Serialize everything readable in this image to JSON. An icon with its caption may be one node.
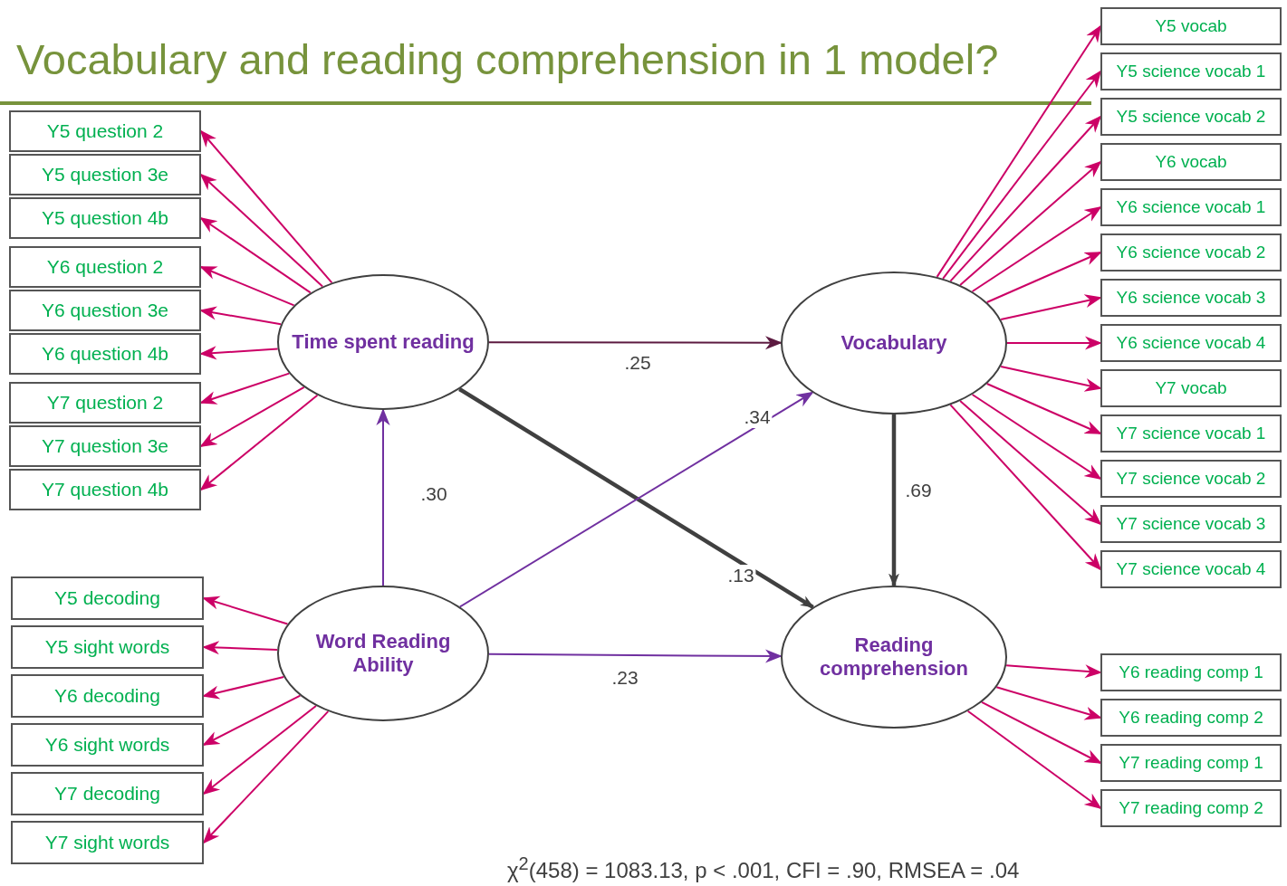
{
  "diagram": {
    "title": "Vocabulary and reading comprehension in 1 model?",
    "caption": "χ$^{2}$(458) = 1083.13, p < .001, CFI = .90, RMSEA = .04",
    "nodes": [
      {
        "text": [
          "Time spent reading"
        ]
      },
      {
        "text": [
          "Vocabulary"
        ]
      },
      {
        "text": [
          "Word Reading Ability"
        ]
      },
      {
        "text": [
          "Reading comprehension"
        ]
      },
      {
        "text": [
          "Y5 question 2"
        ]
      },
      {
        "text": [
          "Y5 question 3e"
        ]
      },
      {
        "text": [
          "Y5 question 4b"
        ]
      },
      {
        "text": [
          "Y6 question 2"
        ]
      },
      {
        "text": [
          "Y6 question 3e"
        ]
      },
      {
        "text": [
          "Y6 question 4b"
        ]
      },
      {
        "text": [
          "Y7 question 2"
        ]
      },
      {
        "text": [
          "Y7 question 3e"
        ]
      },
      {
        "text": [
          "Y7 question 4b"
        ]
      },
      {
        "text": [
          "Y5 decoding"
        ]
      },
      {
        "text": [
          "Y5 sight words"
        ]
      },
      {
        "text": [
          "Y6 decoding"
        ]
      },
      {
        "text": [
          "Y6 sight words"
        ]
      },
      {
        "text": [
          "Y7 decoding"
        ]
      },
      {
        "text": [
          "Y7 sight words"
        ]
      },
      {
        "text": [
          "Y5 vocab"
        ]
      },
      {
        "text": [
          "Y5 science vocab 1"
        ]
      },
      {
        "text": [
          "Y5 science vocab 2"
        ]
      },
      {
        "text": [
          "Y6 vocab"
        ]
      },
      {
        "text": [
          "Y6 science vocab 1"
        ]
      },
      {
        "text": [
          "Y6 science vocab 2"
        ]
      },
      {
        "text": [
          "Y6 science vocab 3"
        ]
      },
      {
        "text": [
          "Y6 science vocab 4"
        ]
      },
      {
        "text": [
          "Y7 vocab"
        ]
      },
      {
        "text": [
          "Y7 science vocab 1"
        ]
      },
      {
        "text": [
          "Y7 science vocab 2"
        ]
      },
      {
        "text": [
          "Y7 science vocab 3"
        ]
      },
      {
        "text": [
          "Y7 science vocab 4"
        ]
      },
      {
        "text": [
          "Y6 reading comp 1"
        ]
      },
      {
        "text": [
          "Y6 reading comp 2"
        ]
      },
      {
        "text": [
          "Y7 reading comp 1"
        ]
      },
      {
        "text": [
          "Y7 reading comp 2"
        ]
      }
    ],
    "edges": [
      {
        "from": 2,
        "to": 0,
        "arrow": "to",
        "label": ".30",
        "color": "#7030a0"
      },
      {
        "from": 0,
        "to": 1,
        "arrow": "to",
        "label": ".25",
        "color": "#5c1a40"
      },
      {
        "from": 0,
        "to": 3,
        "arrow": "to",
        "label": ".13",
        "style": "thick",
        "color": "#404040"
      },
      {
        "from": 2,
        "to": 1,
        "arrow": "to",
        "label": ".34",
        "color": "#7030a0"
      },
      {
        "from": 2,
        "to": 3,
        "arrow": "to",
        "label": ".23",
        "color": "#7030a0"
      },
      {
        "from": 1,
        "to": 3,
        "arrow": "to",
        "label": ".69",
        "style": "thick",
        "color": "#404040"
      },
      {
        "from": 0,
        "to": 4,
        "arrow": "to"
      },
      {
        "from": 0,
        "to": 5,
        "arrow": "to"
      },
      {
        "from": 0,
        "to": 6,
        "arrow": "to"
      },
      {
        "from": 0,
        "to": 7,
        "arrow": "to"
      },
      {
        "from": 0,
        "to": 8,
        "arrow": "to"
      },
      {
        "from": 0,
        "to": 9,
        "arrow": "to"
      },
      {
        "from": 0,
        "to": 10,
        "arrow": "to"
      },
      {
        "from": 0,
        "to": 11,
        "arrow": "to"
      },
      {
        "from": 0,
        "to": 12,
        "arrow": "to"
      },
      {
        "from": 2,
        "to": 13,
        "arrow": "to"
      },
      {
        "from": 2,
        "to": 14,
        "arrow": "to"
      },
      {
        "from": 2,
        "to": 15,
        "arrow": "to"
      },
      {
        "from": 2,
        "to": 16,
        "arrow": "to"
      },
      {
        "from": 2,
        "to": 17,
        "arrow": "to"
      },
      {
        "from": 2,
        "to": 18,
        "arrow": "to"
      },
      {
        "from": 1,
        "to": 19,
        "arrow": "to"
      },
      {
        "from": 1,
        "to": 20,
        "arrow": "to"
      },
      {
        "from": 1,
        "to": 21,
        "arrow": "to"
      },
      {
        "from": 1,
        "to": 22,
        "arrow": "to"
      },
      {
        "from": 1,
        "to": 23,
        "arrow": "to"
      },
      {
        "from": 1,
        "to": 24,
        "arrow": "to"
      },
      {
        "from": 1,
        "to": 25,
        "arrow": "to"
      },
      {
        "from": 1,
        "to": 26,
        "arrow": "to"
      },
      {
        "from": 1,
        "to": 27,
        "arrow": "to"
      },
      {
        "from": 1,
        "to": 28,
        "arrow": "to"
      },
      {
        "from": 1,
        "to": 29,
        "arrow": "to"
      },
      {
        "from": 1,
        "to": 30,
        "arrow": "to"
      },
      {
        "from": 1,
        "to": 31,
        "arrow": "to"
      },
      {
        "from": 3,
        "to": 32,
        "arrow": "to"
      },
      {
        "from": 3,
        "to": 33,
        "arrow": "to"
      },
      {
        "from": 3,
        "to": 34,
        "arrow": "to"
      },
      {
        "from": 3,
        "to": 35,
        "arrow": "to"
      }
    ]
  }
}
